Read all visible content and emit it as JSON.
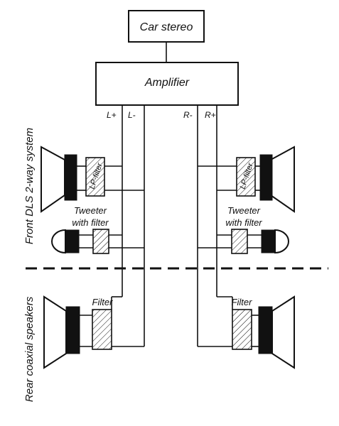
{
  "blocks": {
    "car_stereo": "Car stereo",
    "amplifier": "Amplifier"
  },
  "terminals": {
    "l_plus": "L+",
    "l_minus": "L-",
    "r_minus": "R-",
    "r_plus": "R+"
  },
  "sections": {
    "front": "Front DLS 2-way system",
    "rear": "Rear coaxial speakers"
  },
  "components": {
    "lp_filter": "LP-filter",
    "tweeter_with_filter_line1": "Tweeter",
    "tweeter_with_filter_line2": "with filter",
    "filter": "Filter"
  }
}
